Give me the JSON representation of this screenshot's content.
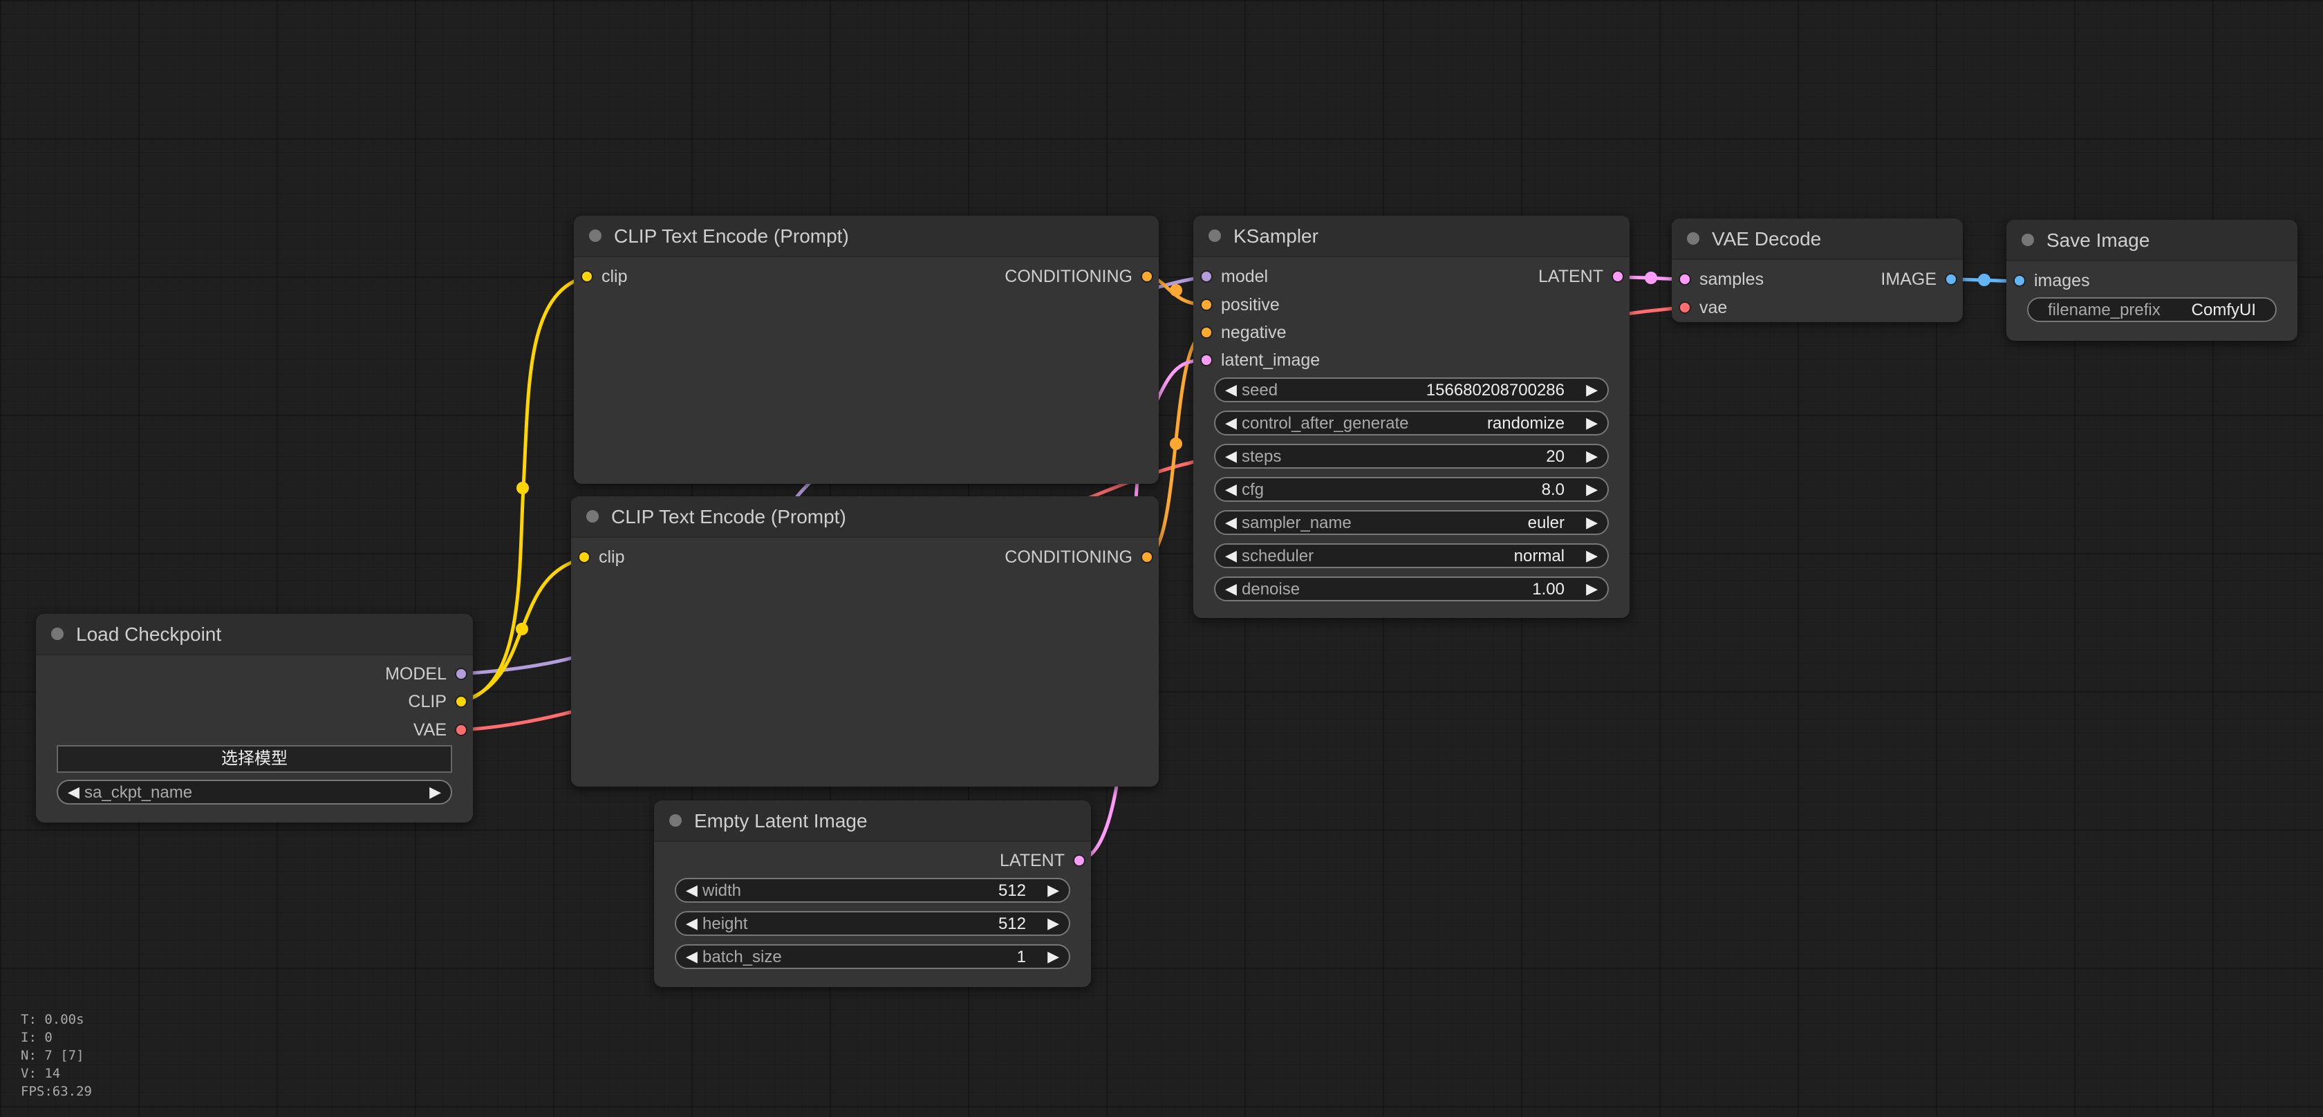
{
  "colors": {
    "model": "#b39ddb",
    "clip": "#ffd500",
    "vae": "#ff6e6e",
    "conditioning": "#ffa931",
    "latent": "#ff9cf9",
    "image": "#64b5f6"
  },
  "nodes": {
    "clip_encode_1": {
      "title": "CLIP Text Encode (Prompt)",
      "input_clip": "clip",
      "output_conditioning": "CONDITIONING"
    },
    "clip_encode_2": {
      "title": "CLIP Text Encode (Prompt)",
      "input_clip": "clip",
      "output_conditioning": "CONDITIONING"
    },
    "ksampler": {
      "title": "KSampler",
      "inputs": [
        "model",
        "positive",
        "negative",
        "latent_image"
      ],
      "output_latent": "LATENT",
      "widgets": [
        {
          "label": "seed",
          "value": "156680208700286"
        },
        {
          "label": "control_after_generate",
          "value": "randomize"
        },
        {
          "label": "steps",
          "value": "20"
        },
        {
          "label": "cfg",
          "value": "8.0"
        },
        {
          "label": "sampler_name",
          "value": "euler"
        },
        {
          "label": "scheduler",
          "value": "normal"
        },
        {
          "label": "denoise",
          "value": "1.00"
        }
      ]
    },
    "vae_decode": {
      "title": "VAE Decode",
      "input_samples": "samples",
      "input_vae": "vae",
      "output_image": "IMAGE"
    },
    "save_image": {
      "title": "Save Image",
      "input_images": "images",
      "widget_label": "filename_prefix",
      "widget_value": "ComfyUI"
    },
    "load_checkpoint": {
      "title": "Load Checkpoint",
      "output_model": "MODEL",
      "output_clip": "CLIP",
      "output_vae": "VAE",
      "button_label": "选择模型",
      "widget_label": "sa_ckpt_name"
    },
    "empty_latent": {
      "title": "Empty Latent Image",
      "output_latent": "LATENT",
      "widgets": [
        {
          "label": "width",
          "value": "512"
        },
        {
          "label": "height",
          "value": "512"
        },
        {
          "label": "batch_size",
          "value": "1"
        }
      ]
    }
  },
  "stats": {
    "t": "T: 0.00s",
    "i": "I: 0",
    "n": "N: 7 [7]",
    "v": "V: 14",
    "fps": "FPS:63.29"
  }
}
